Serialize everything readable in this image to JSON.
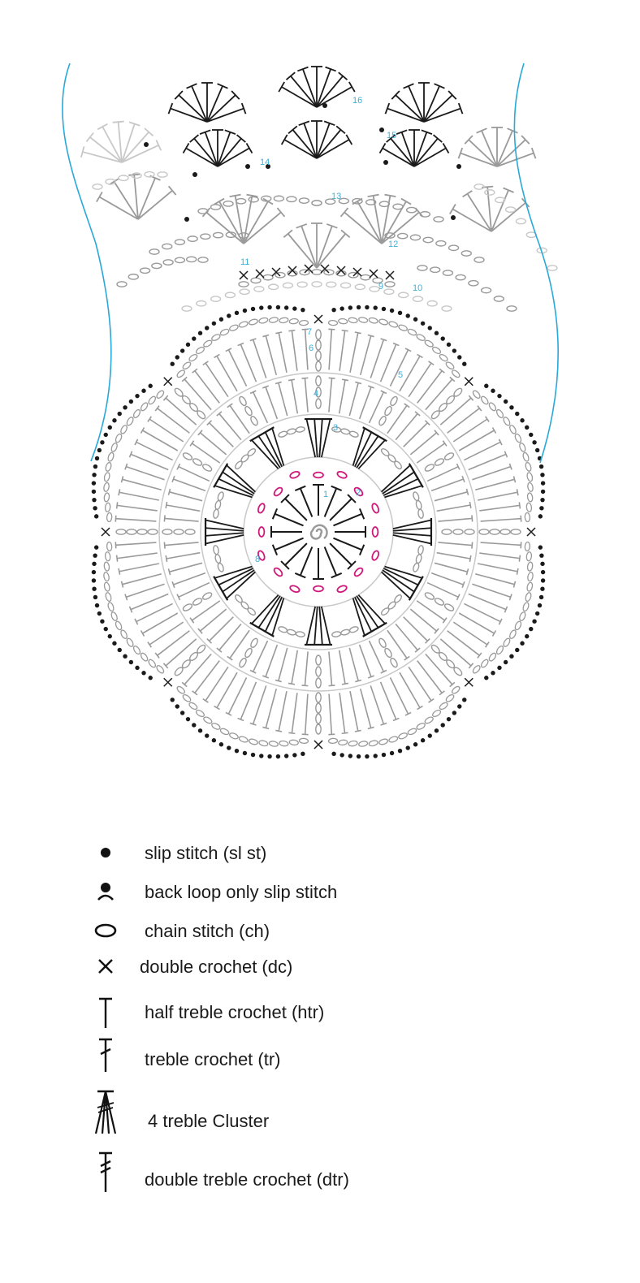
{
  "colors": {
    "outline": "#2aa8d8",
    "round_label": "#3bb0dc",
    "dark": "#1a1a1a",
    "mid": "#9a9a9a",
    "light": "#c8c8c8",
    "accent": "#d0197a"
  },
  "round_labels": [
    "1",
    "2",
    "3",
    "4",
    "5",
    "6",
    "7",
    "8",
    "9",
    "10",
    "11",
    "12",
    "13",
    "14",
    "15",
    "16"
  ],
  "legend": [
    {
      "icon": "slip-stitch-icon",
      "label": "slip stitch (sl st)"
    },
    {
      "icon": "back-loop-slip-stitch-icon",
      "label": "back loop only slip stitch"
    },
    {
      "icon": "chain-stitch-icon",
      "label": "chain stitch (ch)"
    },
    {
      "icon": "double-crochet-icon",
      "label": "double crochet (dc)"
    },
    {
      "icon": "half-treble-icon",
      "label": "half treble crochet (htr)"
    },
    {
      "icon": "treble-icon",
      "label": "treble crochet (tr)"
    },
    {
      "icon": "cluster-icon",
      "label": "4 treble Cluster"
    },
    {
      "icon": "double-treble-icon",
      "label": "double treble crochet (dtr)"
    }
  ]
}
